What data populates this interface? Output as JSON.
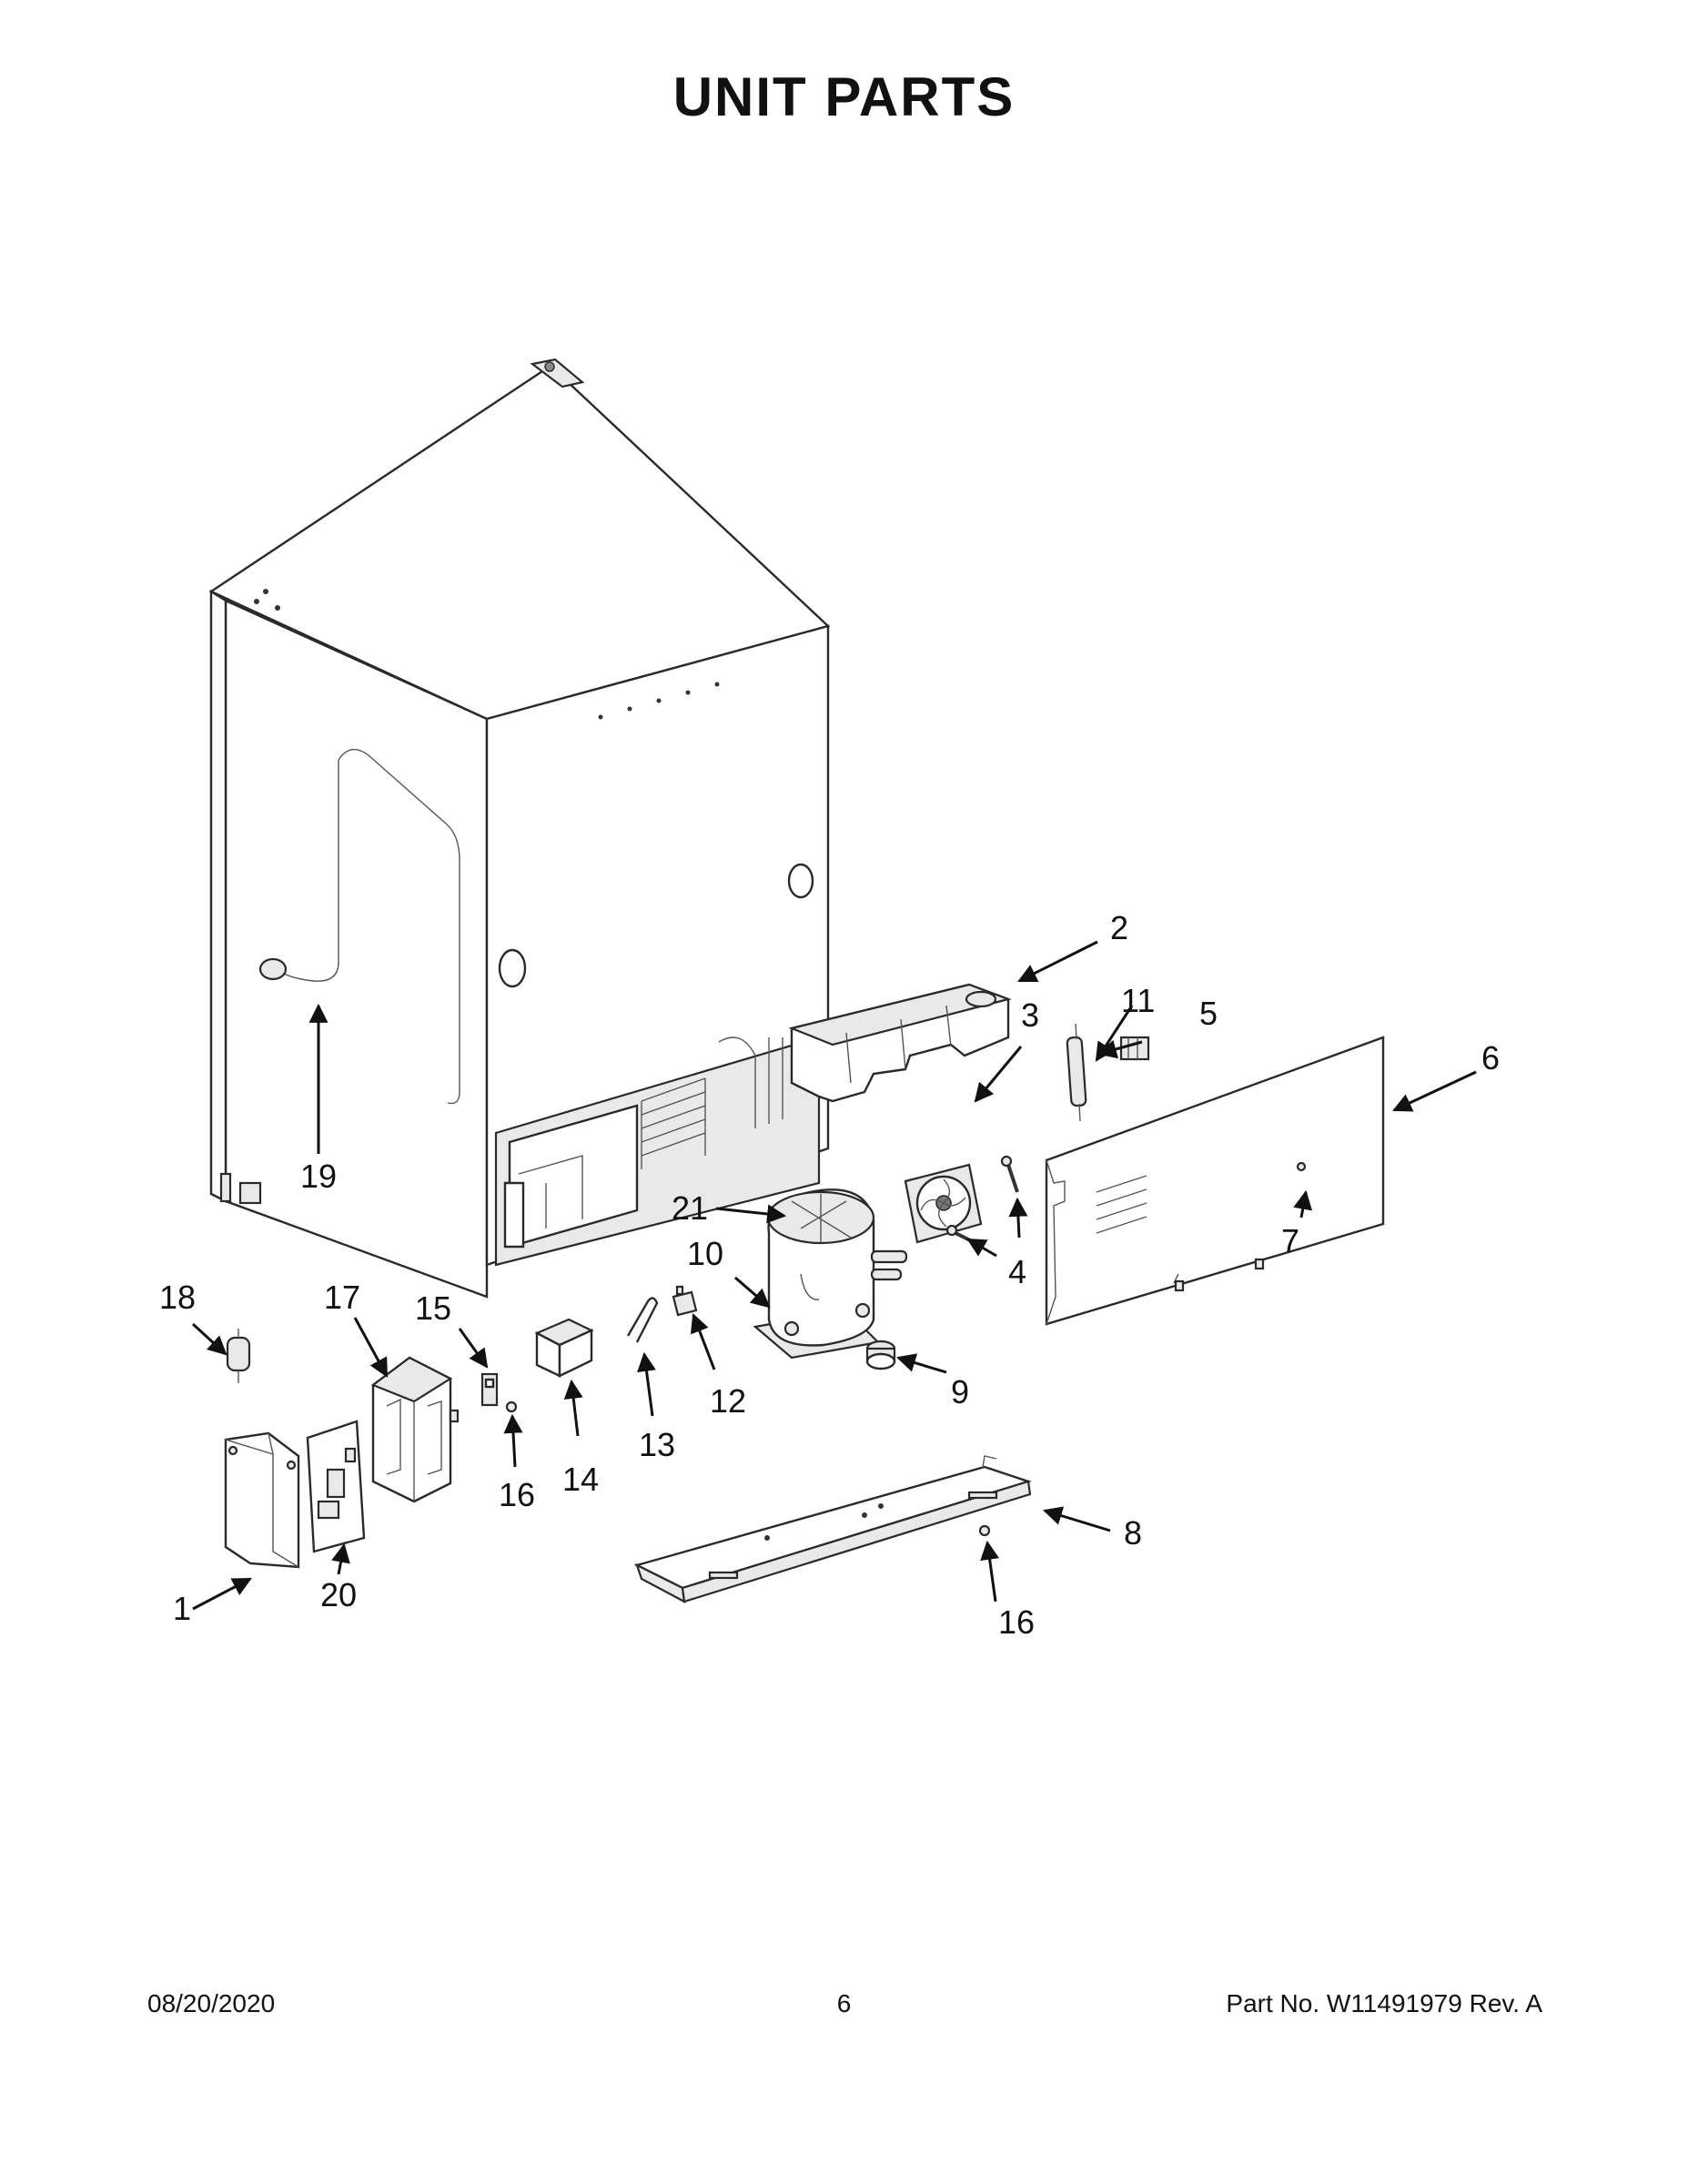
{
  "title": "UNIT  PARTS",
  "footer": {
    "date": "08/20/2020",
    "page": "6",
    "part_no": "Part No.  W11491979  Rev.  A"
  },
  "callouts": {
    "c1": "1",
    "c2": "2",
    "c3": "3",
    "c4": "4",
    "c5": "5",
    "c6": "6",
    "c7": "7",
    "c8": "8",
    "c9": "9",
    "c10": "10",
    "c11": "11",
    "c12": "12",
    "c13": "13",
    "c14": "14",
    "c15": "15",
    "c16a": "16",
    "c16b": "16",
    "c17": "17",
    "c18": "18",
    "c19": "19",
    "c20": "20",
    "c21": "21"
  }
}
